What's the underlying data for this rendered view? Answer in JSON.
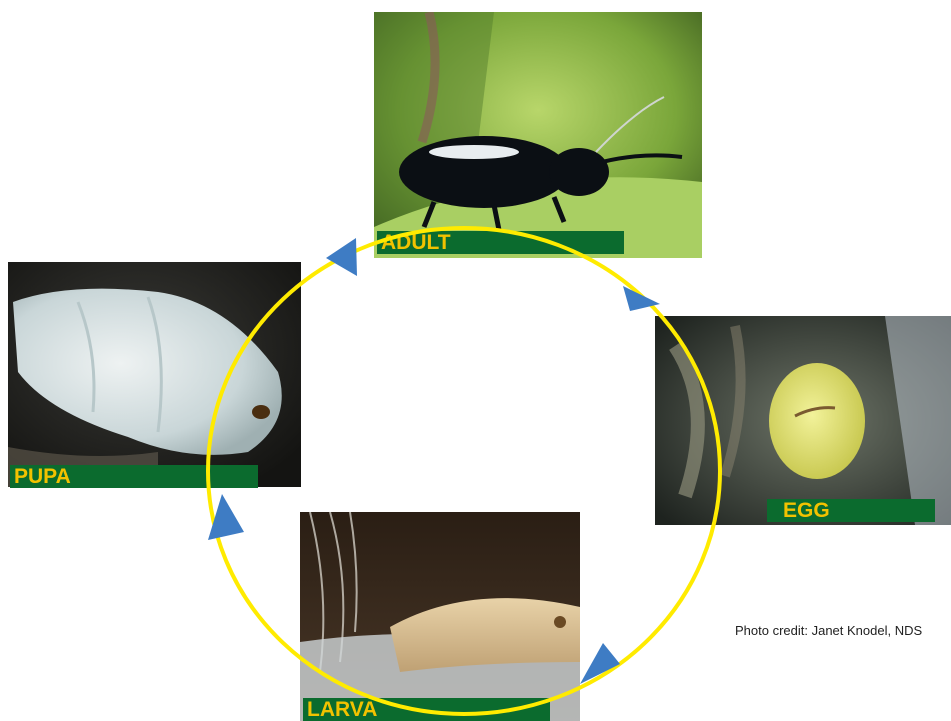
{
  "stages": {
    "adult": "ADULT",
    "egg": "EGG",
    "larva": "LARVA",
    "pupa": "PUPA"
  },
  "credit": "Photo credit: Janet Knodel, NDS",
  "colors": {
    "cycle_ring": "#ffeb00",
    "arrow": "#3e7cc4",
    "label_bar": "#0b6b2e",
    "label_text": "#f2c200"
  }
}
